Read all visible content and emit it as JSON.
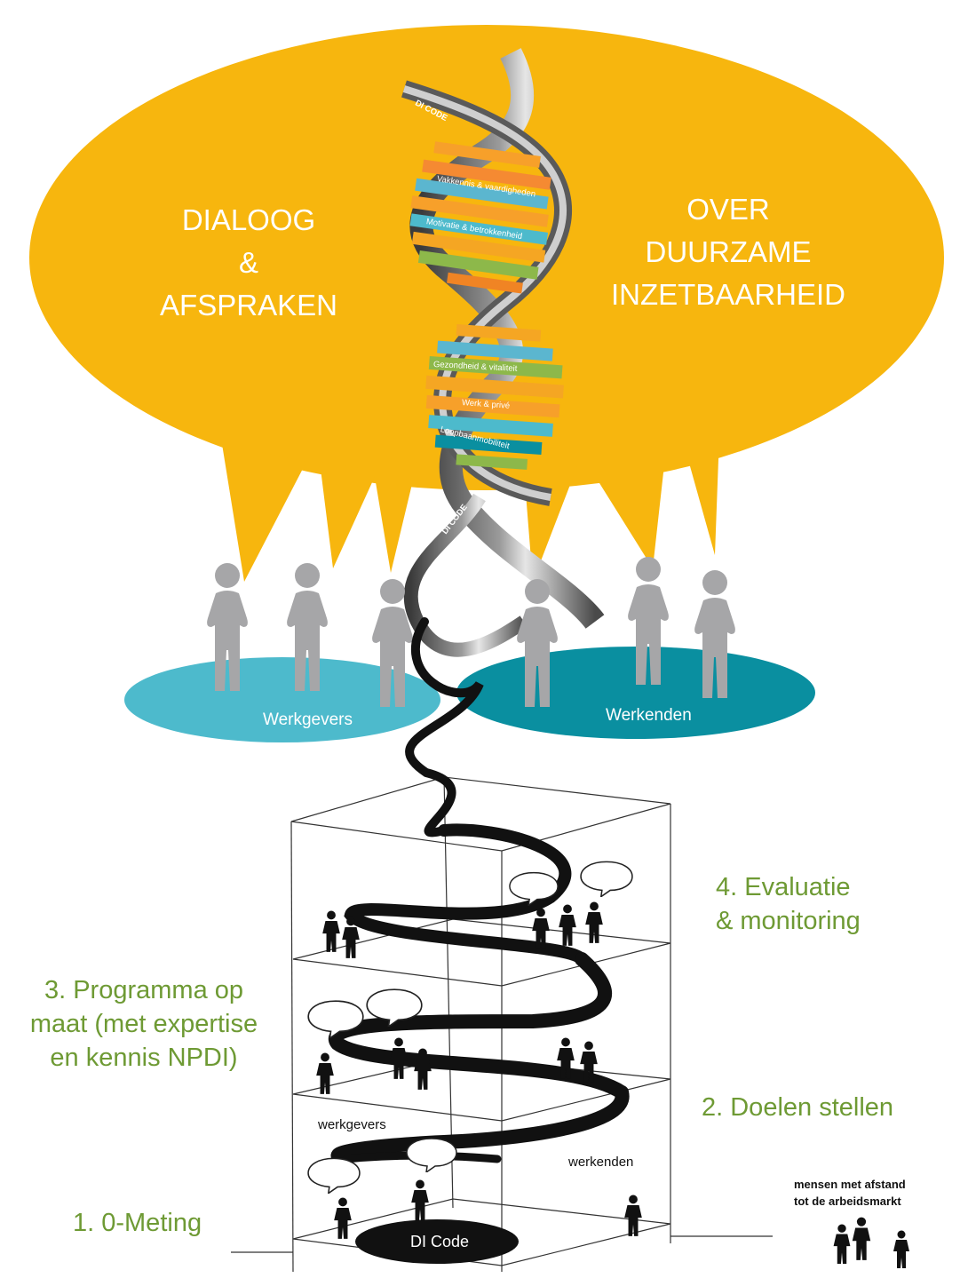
{
  "bubble": {
    "left_lines": [
      "DIALOOG",
      "&",
      "AFSPRAKEN"
    ],
    "right_lines": [
      "OVER",
      "DUURZAME",
      "INZETBAARHEID"
    ]
  },
  "helix": {
    "top_label": "DI CODE",
    "bottom_label": "DI CODE",
    "bands": [
      "Vakkennis & vaardigheden",
      "Motivatie & betrokkenheid",
      "Gezondheid & vitaliteit",
      "Werk & privé",
      "Loopbaanmobiliteit"
    ]
  },
  "groups": {
    "employers": "Werkgevers",
    "workers": "Werkenden"
  },
  "building": {
    "floor_left_label": "werkgevers",
    "floor_right_label": "werkenden",
    "base_label": "DI Code"
  },
  "steps": {
    "step1": "1. 0-Meting",
    "step2": "2. Doelen stellen",
    "step3_lines": [
      "3. Programma op",
      "maat (met expertise",
      "en kennis NPDI)"
    ],
    "step4_lines": [
      "4. Evaluatie",
      "& monitoring"
    ]
  },
  "side_note_lines": [
    "mensen met afstand",
    "tot de arbeidsmarkt"
  ],
  "colors": {
    "bubble": "#F7B60E",
    "teal_light": "#4DBACC",
    "teal_dark": "#0A8FA0",
    "person_gray": "#A6A6A8",
    "step_text": "#6E9A34"
  }
}
